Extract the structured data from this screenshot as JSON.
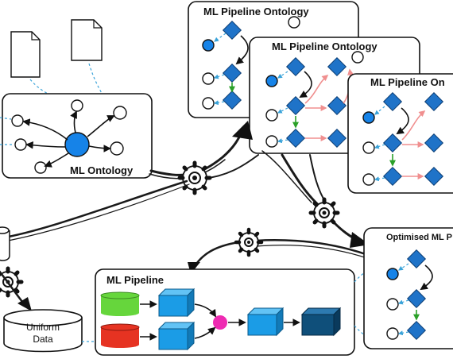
{
  "labels": {
    "ml_ontology": "ML Ontology",
    "pipeline_ontology_1": "ML Pipeline Ontology",
    "pipeline_ontology_2": "ML Pipeline Ontology",
    "pipeline_ontology_3": "ML Pipeline On",
    "ml_pipeline": "ML Pipeline",
    "optimised": "Optimised ML P",
    "uniform_data_line1": "Uniform",
    "uniform_data_line2": "Data"
  },
  "colors": {
    "node_blue": "#1f73c8",
    "highlight_circle": "#1683e8",
    "dashed_link": "#3aa3d9",
    "alt_edge": "#f08f8f",
    "selected_edge": "#2aa028",
    "green_cylinder": "#66d63c",
    "red_cylinder": "#e63322",
    "cube_light": "#1b9ce6",
    "cube_dark": "#0f4f7a",
    "merge_node": "#ee2bb2"
  },
  "icons": [
    "document-icon",
    "gear-icon",
    "database-icon",
    "arrow-icon"
  ]
}
